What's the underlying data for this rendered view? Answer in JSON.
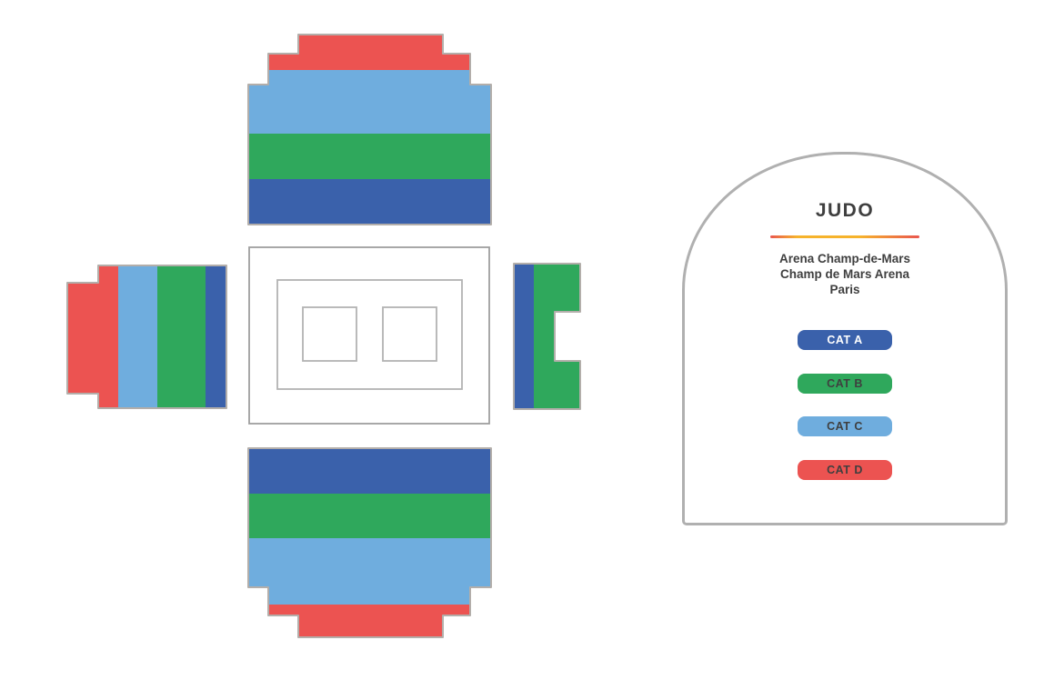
{
  "panel": {
    "title": "JUDO",
    "venue_lines": [
      "Arena Champ-de-Mars",
      "Champ de Mars Arena",
      "Paris"
    ],
    "divider_gradient": [
      "#e9564e",
      "#f6b32c",
      "#e9564e"
    ],
    "legend": [
      {
        "label": "CAT A",
        "color": "#3a61ab",
        "text_color": "#ffffff"
      },
      {
        "label": "CAT B",
        "color": "#2fa85c",
        "text_color": "#3f3f3f"
      },
      {
        "label": "CAT C",
        "color": "#6fadde",
        "text_color": "#3f3f3f"
      },
      {
        "label": "CAT D",
        "color": "#ec5351",
        "text_color": "#3f3f3f"
      }
    ]
  },
  "map": {
    "colors": {
      "cat_a": "#3a61ab",
      "cat_b": "#2fa85c",
      "cat_c": "#6fadde",
      "cat_d": "#ec5351",
      "stand_outline": "#b3aeaa",
      "field_outline": "#9e9e9e",
      "inner_outline": "#b3b3b3",
      "white": "#ffffff"
    },
    "stands": [
      {
        "id": "north",
        "categories_outer_to_inner": [
          "CAT D",
          "CAT C",
          "CAT B",
          "CAT A"
        ]
      },
      {
        "id": "south",
        "categories_outer_to_inner": [
          "CAT D",
          "CAT C",
          "CAT B",
          "CAT A"
        ]
      },
      {
        "id": "west",
        "categories_outer_to_inner": [
          "CAT D",
          "CAT C",
          "CAT B",
          "CAT A"
        ]
      },
      {
        "id": "east",
        "categories_outer_to_inner": [
          "CAT B",
          "CAT A"
        ]
      }
    ],
    "field": {
      "mats": 2
    }
  }
}
